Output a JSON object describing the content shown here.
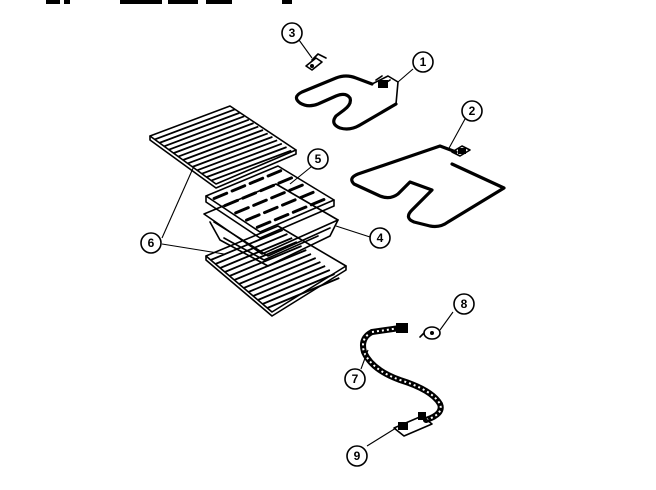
{
  "diagram": {
    "callouts": [
      {
        "id": "1",
        "label": "1"
      },
      {
        "id": "2",
        "label": "2"
      },
      {
        "id": "3",
        "label": "3"
      },
      {
        "id": "4",
        "label": "4"
      },
      {
        "id": "5",
        "label": "5"
      },
      {
        "id": "6",
        "label": "6"
      },
      {
        "id": "7",
        "label": "7"
      },
      {
        "id": "8",
        "label": "8"
      },
      {
        "id": "9",
        "label": "9"
      }
    ],
    "parts": [
      "broil-element",
      "bake-element",
      "element-clip",
      "broil-pan",
      "broil-pan-insert",
      "oven-rack",
      "oven-rack",
      "wire-harness",
      "harness-connector",
      "harness-terminal"
    ],
    "colors": {
      "line": "#000000",
      "background": "#ffffff"
    }
  }
}
